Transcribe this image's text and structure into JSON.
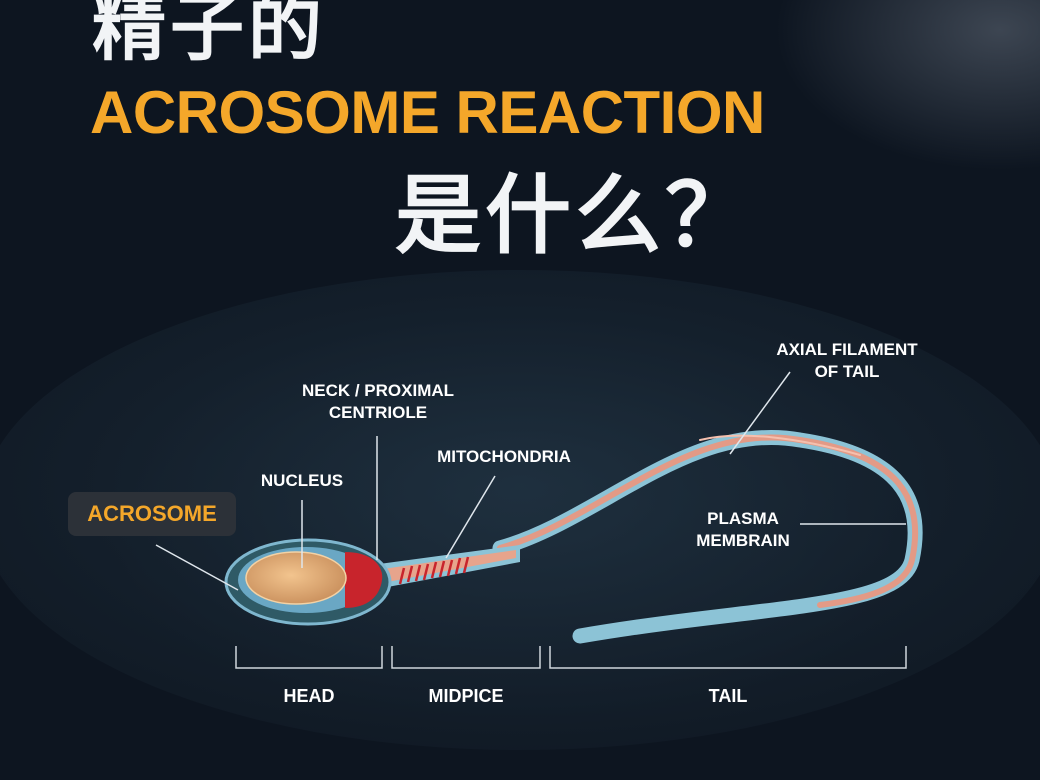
{
  "title": {
    "line1": "精子的",
    "line2": "ACROSOME REACTION",
    "line3": "是什么？"
  },
  "labels": {
    "acrosome": "ACROSOME",
    "nucleus": "NUCLEUS",
    "neck_line1": "NECK / PROXIMAL",
    "neck_line2": "CENTRIOLE",
    "mitochondria": "MITOCHONDRIA",
    "axial_line1": "AXIAL FILAMENT",
    "axial_line2": "OF TAIL",
    "plasma_line1": "PLASMA",
    "plasma_line2": "MEMBRAIN"
  },
  "sections": {
    "head": "HEAD",
    "midpiece": "MIDPICE",
    "tail": "TAIL"
  },
  "colors": {
    "accent_orange": "#f4a72a",
    "background": "#0d1520",
    "membrane_blue": "#7fb7cf",
    "nucleus_tan": "#e0b27f",
    "neck_red": "#c8242c",
    "tail_salmon": "#e39a86"
  }
}
